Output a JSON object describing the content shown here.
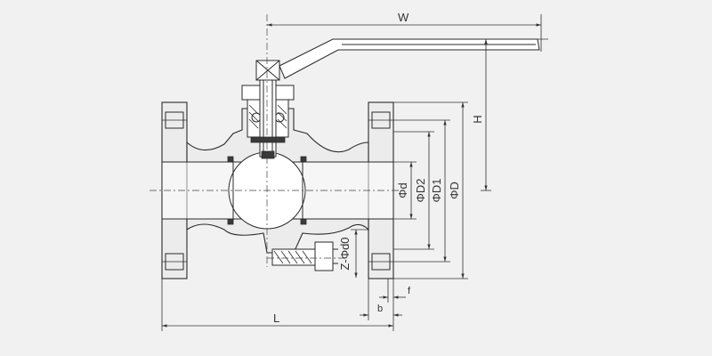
{
  "diagram": {
    "labels": {
      "w": "W",
      "h": "H",
      "l": "L",
      "d": "Φd",
      "d2": "ΦD2",
      "d1": "ΦD1",
      "dd": "ΦD",
      "zd0": "Z-Φd0",
      "f": "f",
      "b": "b"
    }
  },
  "colors": {
    "background": "#f1f1f1",
    "line": "#2a2a2a",
    "fill": "#ececec"
  }
}
